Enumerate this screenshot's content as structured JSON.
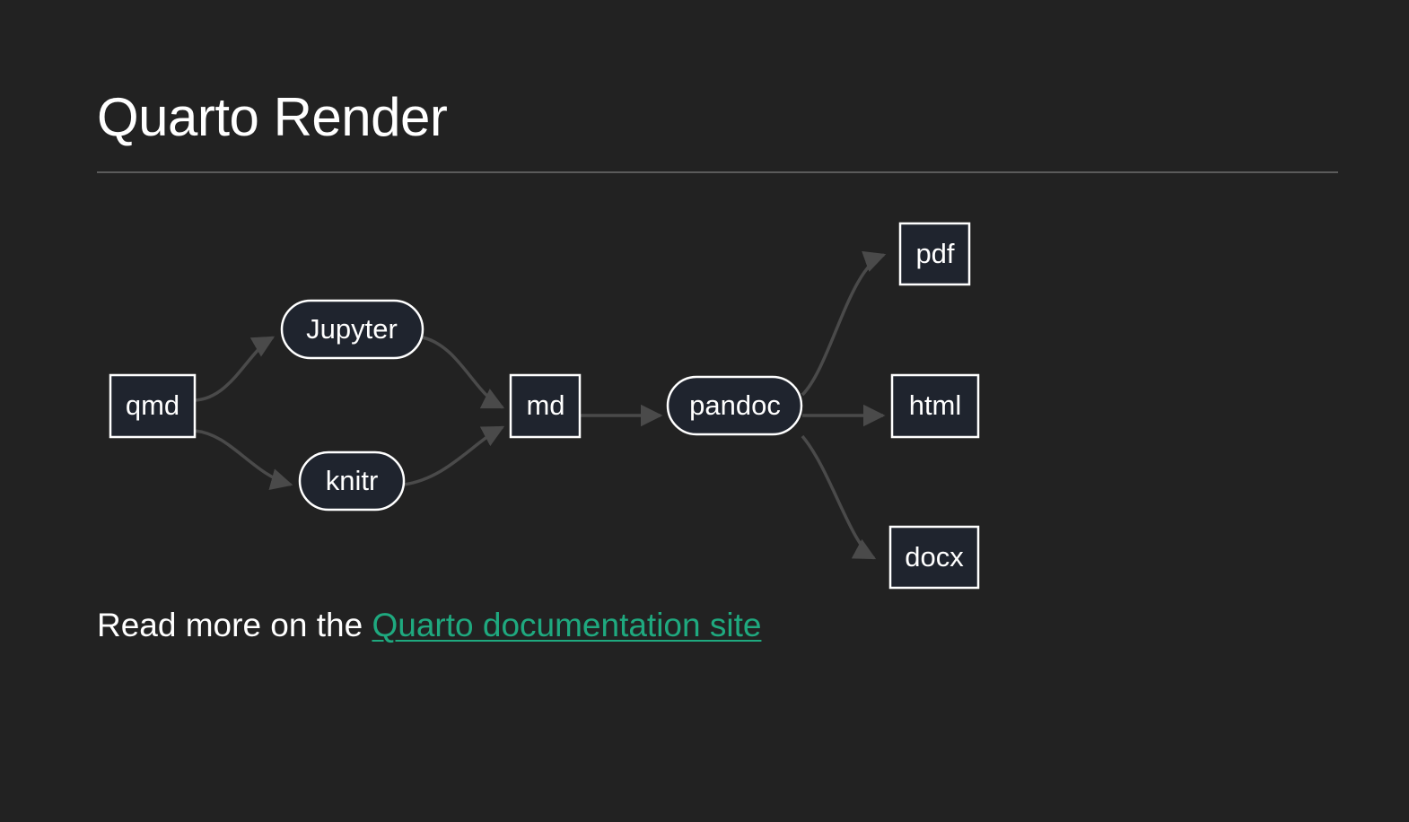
{
  "slide": {
    "title": "Quarto Render",
    "background_color": "#222222",
    "text_color": "#ffffff",
    "rule_color": "#5b5b5b",
    "link_color": "#1fa97f"
  },
  "diagram": {
    "type": "flowchart",
    "direction": "left-to-right",
    "node_fill": "#1f242e",
    "node_stroke": "#ffffff",
    "edge_color": "#4a4a4a",
    "nodes": [
      {
        "id": "qmd",
        "label": "qmd",
        "shape": "rect"
      },
      {
        "id": "jupyter",
        "label": "Jupyter",
        "shape": "stadium"
      },
      {
        "id": "knitr",
        "label": "knitr",
        "shape": "stadium"
      },
      {
        "id": "md",
        "label": "md",
        "shape": "rect"
      },
      {
        "id": "pandoc",
        "label": "pandoc",
        "shape": "stadium"
      },
      {
        "id": "pdf",
        "label": "pdf",
        "shape": "rect"
      },
      {
        "id": "html",
        "label": "html",
        "shape": "rect"
      },
      {
        "id": "docx",
        "label": "docx",
        "shape": "rect"
      }
    ],
    "edges": [
      {
        "from": "qmd",
        "to": "jupyter"
      },
      {
        "from": "qmd",
        "to": "knitr"
      },
      {
        "from": "jupyter",
        "to": "md"
      },
      {
        "from": "knitr",
        "to": "md"
      },
      {
        "from": "md",
        "to": "pandoc"
      },
      {
        "from": "pandoc",
        "to": "pdf"
      },
      {
        "from": "pandoc",
        "to": "html"
      },
      {
        "from": "pandoc",
        "to": "docx"
      }
    ]
  },
  "footer": {
    "lead_text": "Read more on the ",
    "link_text": "Quarto documentation site"
  }
}
